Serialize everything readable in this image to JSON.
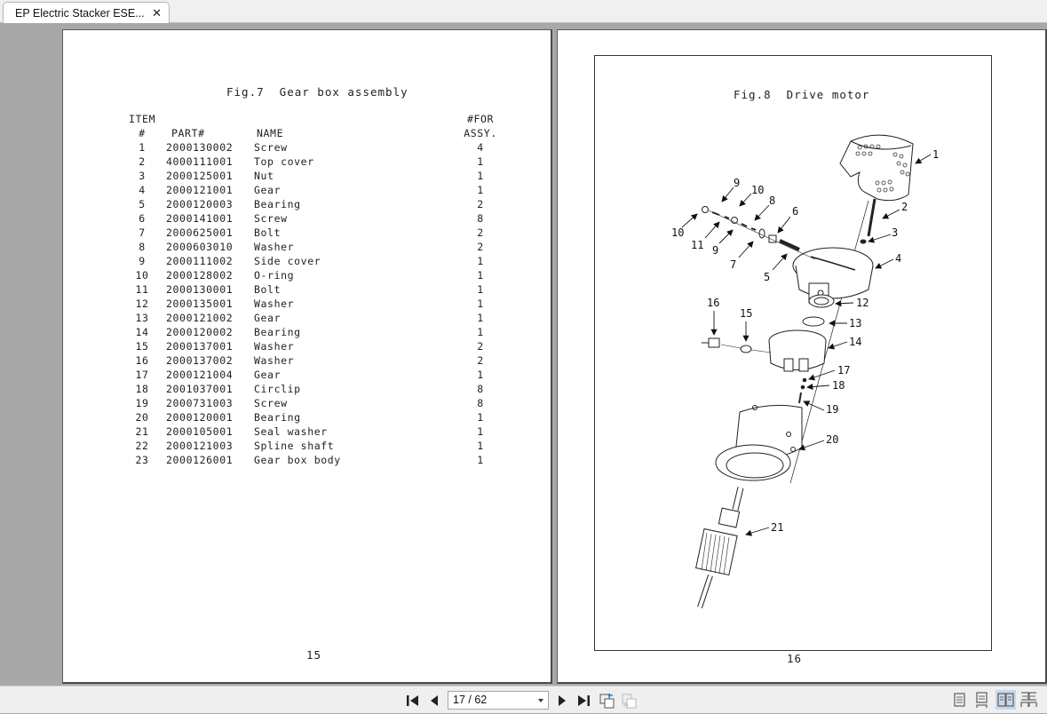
{
  "tab": {
    "title": "EP Electric Stacker ESE...",
    "close_icon": "close-icon"
  },
  "left_page": {
    "figure_title": "Fig.7  Gear box assembly",
    "headers": {
      "item_line1": "ITEM",
      "item_line2": "#",
      "part": "PART#",
      "name": "NAME",
      "qty_line1": "#FOR",
      "qty_line2": "ASSY."
    },
    "rows": [
      {
        "item": "1",
        "part": "2000130002",
        "name": "Screw",
        "qty": "4"
      },
      {
        "item": "2",
        "part": "4000111001",
        "name": "Top cover",
        "qty": "1"
      },
      {
        "item": "3",
        "part": "2000125001",
        "name": "Nut",
        "qty": "1"
      },
      {
        "item": "4",
        "part": "2000121001",
        "name": "Gear",
        "qty": "1"
      },
      {
        "item": "5",
        "part": "2000120003",
        "name": "Bearing",
        "qty": "2"
      },
      {
        "item": "6",
        "part": "2000141001",
        "name": "Screw",
        "qty": "8"
      },
      {
        "item": "7",
        "part": "2000625001",
        "name": "Bolt",
        "qty": "2"
      },
      {
        "item": "8",
        "part": "2000603010",
        "name": "Washer",
        "qty": "2"
      },
      {
        "item": "9",
        "part": "2000111002",
        "name": "Side cover",
        "qty": "1"
      },
      {
        "item": "10",
        "part": "2000128002",
        "name": "O-ring",
        "qty": "1"
      },
      {
        "item": "11",
        "part": "2000130001",
        "name": "Bolt",
        "qty": "1"
      },
      {
        "item": "12",
        "part": "2000135001",
        "name": "Washer",
        "qty": "1"
      },
      {
        "item": "13",
        "part": "2000121002",
        "name": "Gear",
        "qty": "1"
      },
      {
        "item": "14",
        "part": "2000120002",
        "name": "Bearing",
        "qty": "1"
      },
      {
        "item": "15",
        "part": "2000137001",
        "name": "Washer",
        "qty": "2"
      },
      {
        "item": "16",
        "part": "2000137002",
        "name": "Washer",
        "qty": "2"
      },
      {
        "item": "17",
        "part": "2000121004",
        "name": "Gear",
        "qty": "1"
      },
      {
        "item": "18",
        "part": "2001037001",
        "name": "Circlip",
        "qty": "8"
      },
      {
        "item": "19",
        "part": "2000731003",
        "name": "Screw",
        "qty": "8"
      },
      {
        "item": "20",
        "part": "2000120001",
        "name": "Bearing",
        "qty": "1"
      },
      {
        "item": "21",
        "part": "2000105001",
        "name": "Seal washer",
        "qty": "1"
      },
      {
        "item": "22",
        "part": "2000121003",
        "name": "Spline shaft",
        "qty": "1"
      },
      {
        "item": "23",
        "part": "2000126001",
        "name": "Gear box body",
        "qty": "1"
      }
    ],
    "page_number": "15"
  },
  "right_page": {
    "figure_title": "Fig.8  Drive motor",
    "callouts": [
      "1",
      "2",
      "3",
      "4",
      "5",
      "6",
      "7",
      "8",
      "9",
      "10",
      "11",
      "9",
      "10",
      "12",
      "13",
      "14",
      "15",
      "16",
      "17",
      "18",
      "19",
      "20",
      "21"
    ],
    "page_number": "16"
  },
  "toolbar": {
    "first_page_icon": "first-page-icon",
    "prev_page_icon": "previous-page-icon",
    "page_indicator": "17 / 62",
    "next_page_icon": "next-page-icon",
    "last_page_icon": "last-page-icon",
    "view_modes": [
      "single-page",
      "continuous",
      "two-page",
      "two-page-continuous"
    ],
    "active_view_mode": "two-page"
  }
}
